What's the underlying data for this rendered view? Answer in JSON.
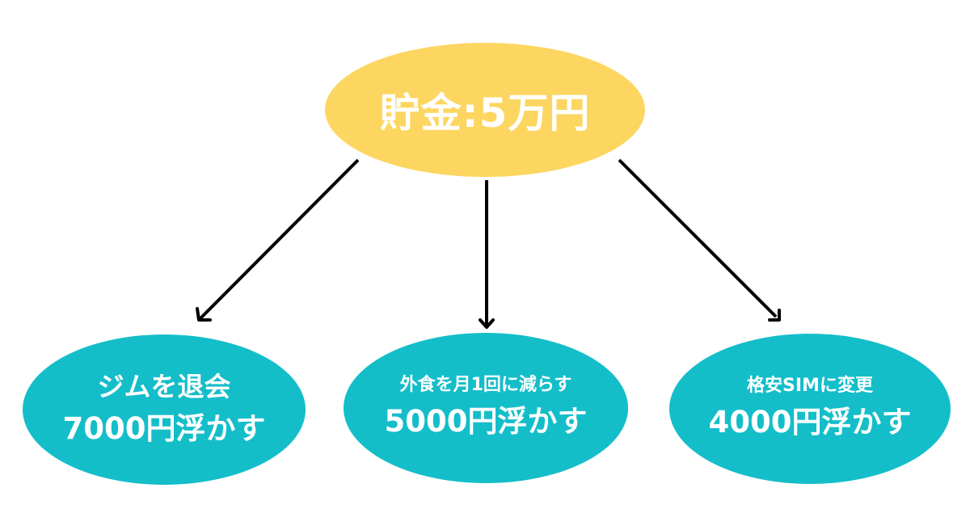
{
  "colors": {
    "root_fill": "#fcd660",
    "child_fill": "#13bec9",
    "arrow": "#000000",
    "text": "#ffffff"
  },
  "root": {
    "label": "貯金:5万円"
  },
  "children": [
    {
      "line1": "ジムを退会",
      "line2": "7000円浮かす"
    },
    {
      "line1": "外食を月1回に減らす",
      "line2": "5000円浮かす"
    },
    {
      "line1": "格安SIMに変更",
      "line2": "4000円浮かす"
    }
  ]
}
